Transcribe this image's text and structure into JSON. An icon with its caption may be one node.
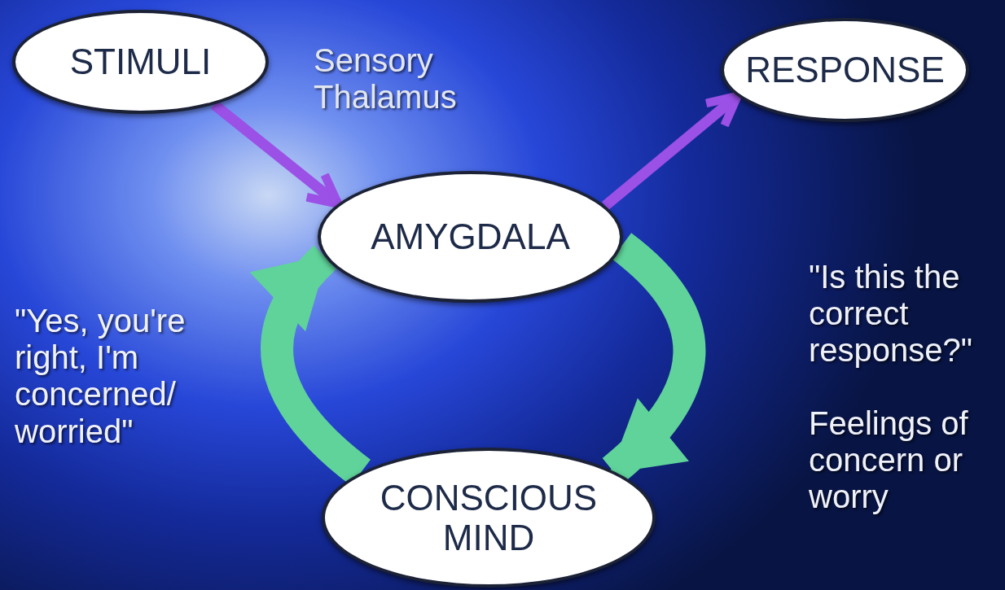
{
  "diagram": {
    "nodes": [
      {
        "text": [
          "STIMULI"
        ]
      },
      {
        "text": [
          "RESPONSE"
        ]
      },
      {
        "text": [
          "AMYGDALA"
        ]
      },
      {
        "text": [
          "CONSCIOUS MIND"
        ]
      }
    ],
    "edges": [
      {
        "from": 0,
        "to": 2,
        "arrow": "to",
        "color": "#9b50e6"
      },
      {
        "from": 2,
        "to": 1,
        "arrow": "to",
        "color": "#9b50e6"
      },
      {
        "from": 2,
        "to": 3,
        "arrow": "to",
        "style": "thick",
        "color": "#5fd39a"
      },
      {
        "from": 3,
        "to": 2,
        "arrow": "to",
        "style": "thick",
        "color": "#5fd39a"
      }
    ],
    "labels": [
      "Sensory Thalamus",
      "\"Yes, you're right, I'm concerned/ worried\"",
      "\"Is this the correct response?\"",
      "Feelings of concern or worry"
    ]
  }
}
